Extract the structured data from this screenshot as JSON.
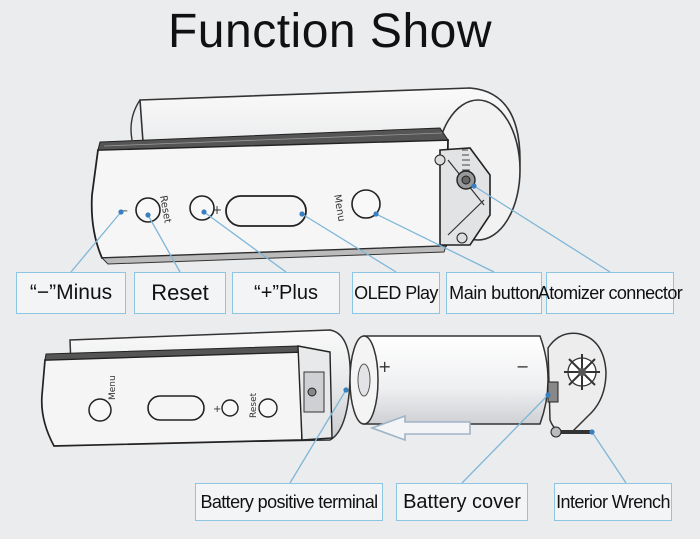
{
  "title": "Function Show",
  "device_markings": {
    "reset": "Reset",
    "menu": "Menu",
    "plus_sign": "+",
    "minus_sign": "−"
  },
  "callouts": {
    "minus": "“−”Minus",
    "reset": "Reset",
    "plus": "“+”Plus",
    "oled": "OLED Play",
    "main_button": "Main button",
    "atomizer_connector": "Atomizer connector",
    "battery_positive_terminal": "Battery positive terminal",
    "battery_cover": "Battery cover",
    "interior_wrench": "Interior Wrench"
  },
  "colors": {
    "leader_line": "#7fb6d8",
    "label_border": "#8ec5e3",
    "arrow": "#9fb3c8"
  }
}
